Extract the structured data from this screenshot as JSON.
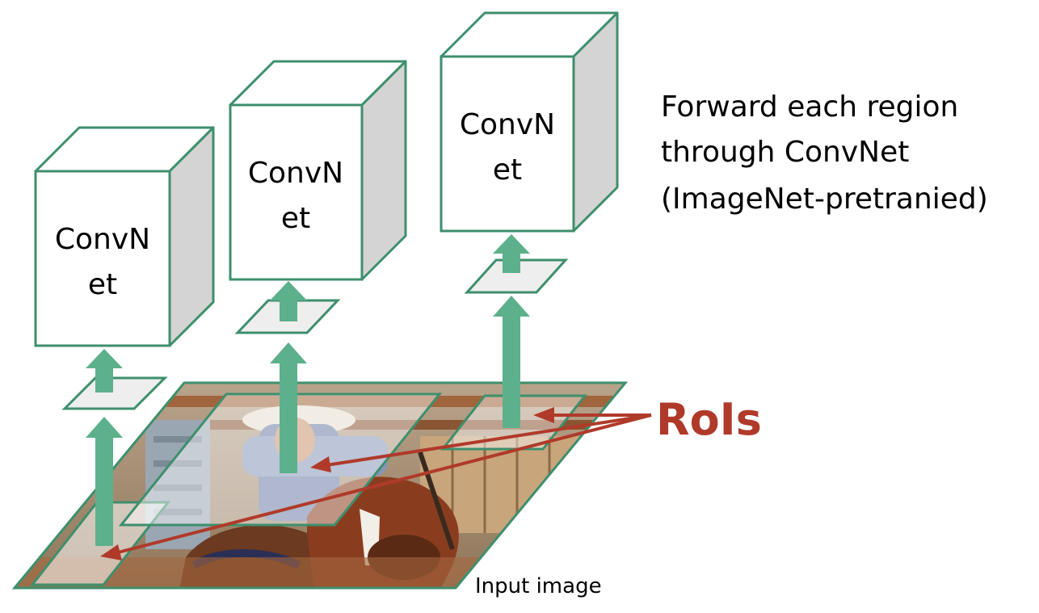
{
  "convnet_label_line1": "ConvN",
  "convnet_label_line2": "et",
  "caption": {
    "line1": "Forward each region",
    "line2": "through ConvNet",
    "line3": "(ImageNet-pretranied)"
  },
  "rois_label": "RoIs",
  "input_image_label": "Input image",
  "colors": {
    "teal": "#3e8f6d",
    "arrow": "#5db08c",
    "roi_red": "#b03a2a",
    "box_side": "#d4d4d4"
  }
}
